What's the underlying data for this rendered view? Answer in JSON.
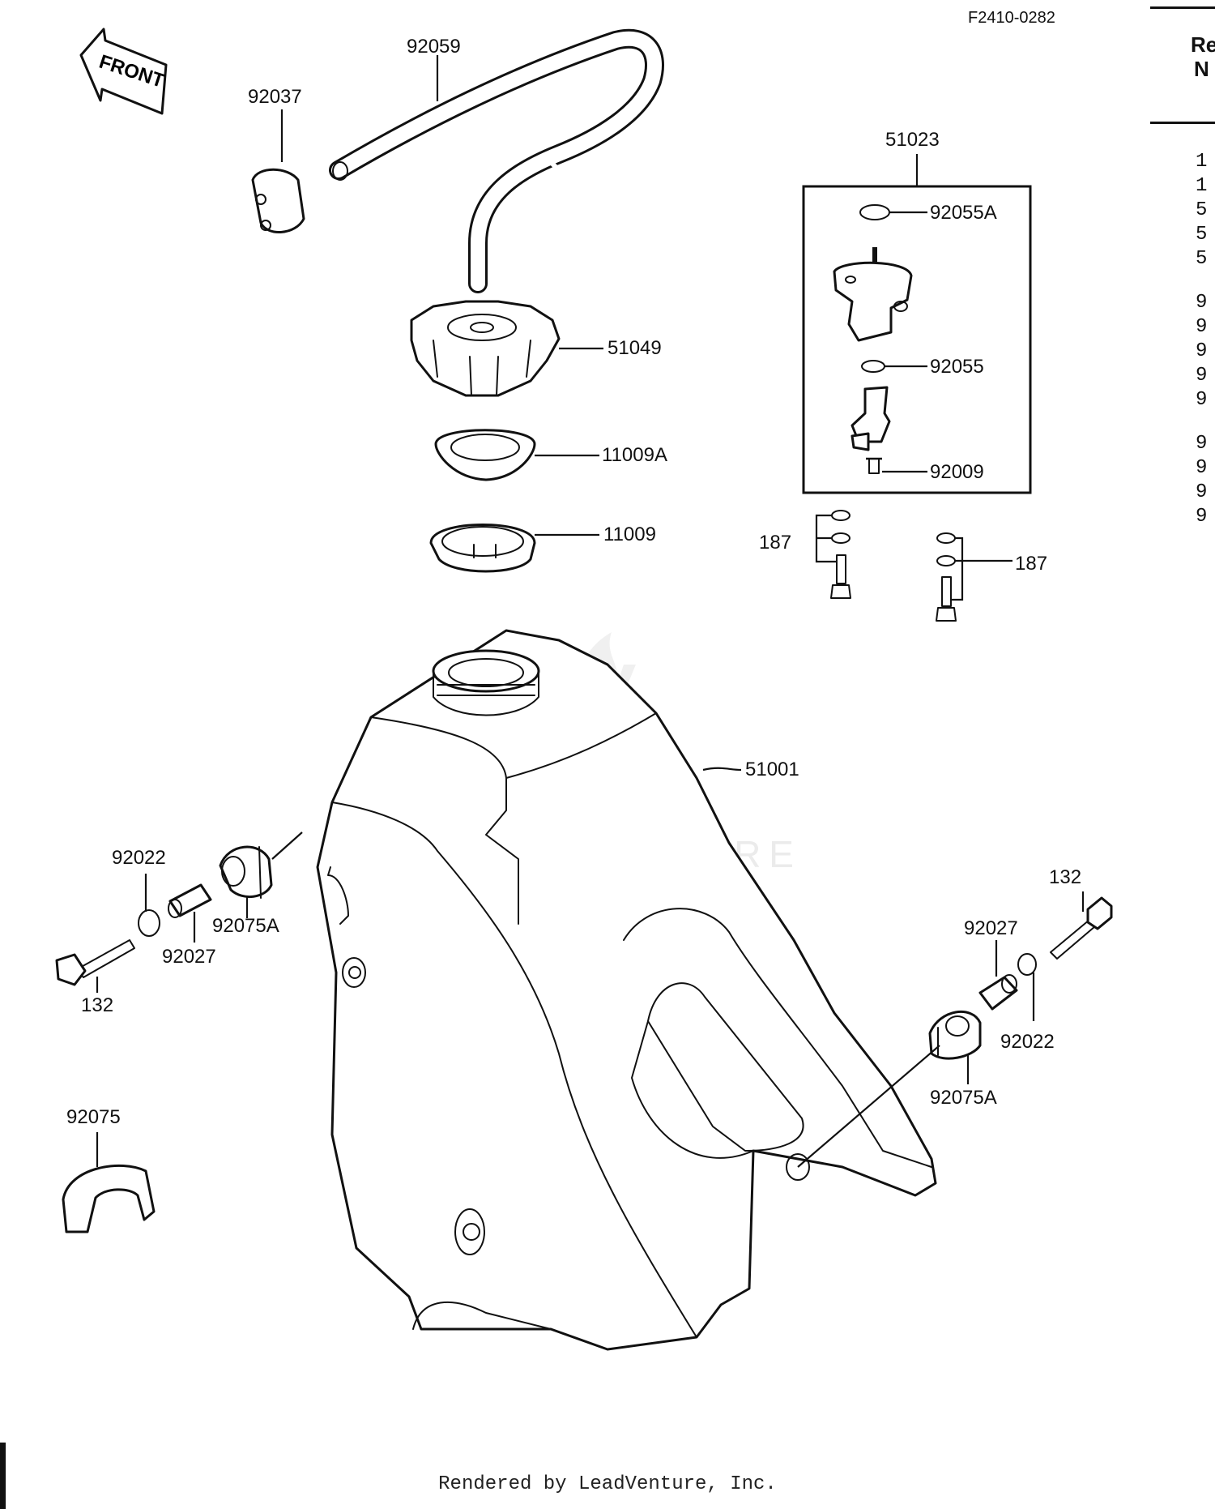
{
  "diagram": {
    "figure_code": "F2410-0282",
    "front_tag": "FRONT",
    "watermark": "LEADVENTURE",
    "labels": {
      "hose": "92059",
      "clamp": "92037",
      "kit": "51023",
      "oring_a": "92055A",
      "cap": "51049",
      "oring_b": "92055",
      "screw": "92009",
      "gasket_a": "11009A",
      "gasket_b": "11009",
      "bolt_set_left": "187",
      "bolt_set_right": "187",
      "tank": "51001",
      "washer_left": "92022",
      "collar_left": "92027",
      "damper_left": "92075A",
      "bolt_left": "132",
      "bolt_right": "132",
      "collar_right": "92027",
      "washer_right": "92022",
      "damper_right": "92075A",
      "pad": "92075"
    }
  },
  "side_table": {
    "header_line1": "Re",
    "header_line2": "N",
    "rows": [
      "1",
      "1",
      "5",
      "5",
      "5",
      "9",
      "9",
      "9",
      "9",
      "9",
      "9",
      "9",
      "9",
      "9"
    ]
  },
  "footer": {
    "rendered_by": "Rendered by LeadVenture, Inc."
  }
}
